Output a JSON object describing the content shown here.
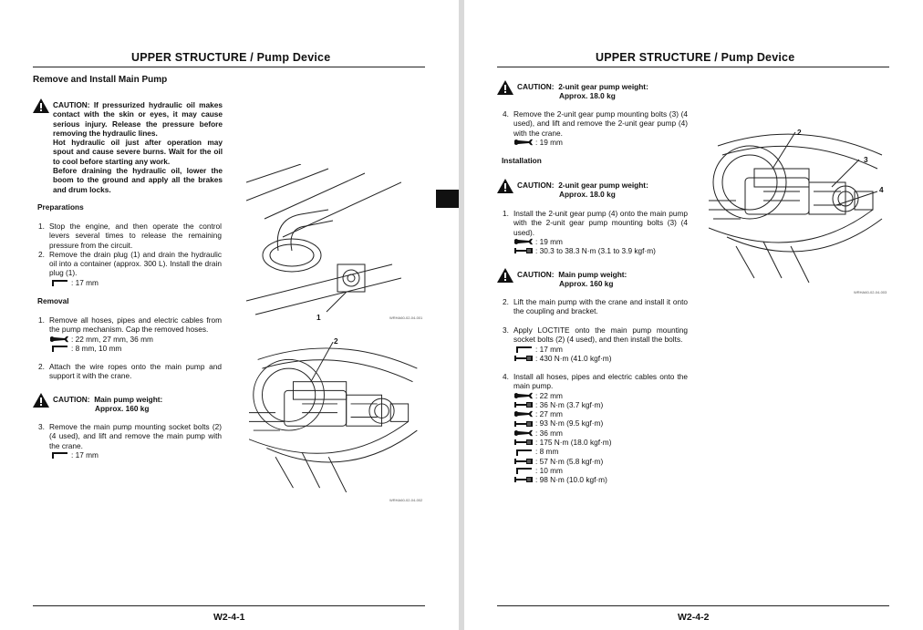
{
  "left": {
    "header": "UPPER STRUCTURE / Pump Device",
    "title": "Remove and Install Main Pump",
    "caution1": [
      "CAUTION: If pressurized hydraulic oil makes contact with the skin or eyes, it may cause serious injury. Release the pressure before removing the hydraulic lines.",
      "Hot hydraulic oil just after operation may spout and cause severe burns. Wait for the oil to cool before starting any work.",
      "Before draining the hydraulic oil, lower the boom to the ground and apply all the brakes and drum locks."
    ],
    "preparations": "Preparations",
    "prep_steps": [
      {
        "n": "1.",
        "t": "Stop the engine, and then operate the control levers several times to release the remaining pressure from the circuit."
      },
      {
        "n": "2.",
        "t": "Remove the drain plug (1) and drain the hydraulic oil into a container (approx. 300 L). Install the drain plug (1)."
      }
    ],
    "prep_tool": ": 17 mm",
    "removal": "Removal",
    "rem1": {
      "n": "1.",
      "t": "Remove all hoses, pipes and electric cables from the pump mechanism. Cap the removed hoses.",
      "tools": [
        ": 22 mm, 27 mm, 36 mm",
        ": 8 mm, 10 mm"
      ]
    },
    "rem2": {
      "n": "2.",
      "t": "Attach the wire ropes onto the main pump and support it with the crane."
    },
    "caution2": {
      "a": "CAUTION:",
      "b": "Main pump weight:",
      "c": "Approx. 160 kg"
    },
    "rem3": {
      "n": "3.",
      "t": "Remove the main pump mounting socket bolts (2) (4 used), and lift and remove the main pump with the crane.",
      "tool": ": 17 mm"
    },
    "fig1": {
      "callout": "1",
      "id": "WRHA60-02-04-001"
    },
    "fig2": {
      "callout": "2",
      "id": "WRHA60-02-04-002"
    },
    "page": "W2-4-1"
  },
  "right": {
    "header": "UPPER STRUCTURE / Pump Device",
    "caution1": {
      "a": "CAUTION:",
      "b": "2-unit gear pump weight:",
      "c": "Approx. 18.0 kg"
    },
    "step4": {
      "n": "4.",
      "t": "Remove the 2-unit gear pump mounting bolts (3) (4 used), and lift and remove the 2-unit gear pump (4) with the crane.",
      "tool": ": 19 mm"
    },
    "installation": "Installation",
    "caution2": {
      "a": "CAUTION:",
      "b": "2-unit gear pump weight:",
      "c": "Approx. 18.0 kg"
    },
    "inst1": {
      "n": "1.",
      "t": "Install the 2-unit gear pump (4) onto the main pump with the 2-unit gear pump mounting bolts (3) (4 used).",
      "tools": [
        ": 19 mm",
        ": 30.3 to 38.3 N·m (3.1 to 3.9 kgf·m)"
      ]
    },
    "caution3": {
      "a": "CAUTION:",
      "b": "Main pump weight:",
      "c": "Approx. 160 kg"
    },
    "inst2": {
      "n": "2.",
      "t": "Lift the main pump with the crane and install it onto the coupling and bracket."
    },
    "inst3": {
      "n": "3.",
      "t": "Apply LOCTITE onto the main pump mounting socket bolts (2) (4 used), and then install the bolts.",
      "tools": [
        ": 17 mm",
        ": 430 N·m (41.0 kgf·m)"
      ]
    },
    "inst4": {
      "n": "4.",
      "t": "Install all hoses, pipes and electric cables onto the main pump.",
      "tools": [
        ": 22 mm",
        ": 36 N·m (3.7 kgf·m)",
        ": 27 mm",
        ": 93 N·m (9.5 kgf·m)",
        ": 36 mm",
        ": 175 N·m (18.0 kgf·m)",
        ": 8 mm",
        ": 57 N·m (5.8 kgf·m)",
        ": 10 mm",
        ": 98 N·m (10.0 kgf·m)"
      ]
    },
    "fig3": {
      "callouts": [
        "2",
        "3",
        "4"
      ],
      "id": "WRHA60-02-04-003"
    },
    "page": "W2-4-2"
  }
}
